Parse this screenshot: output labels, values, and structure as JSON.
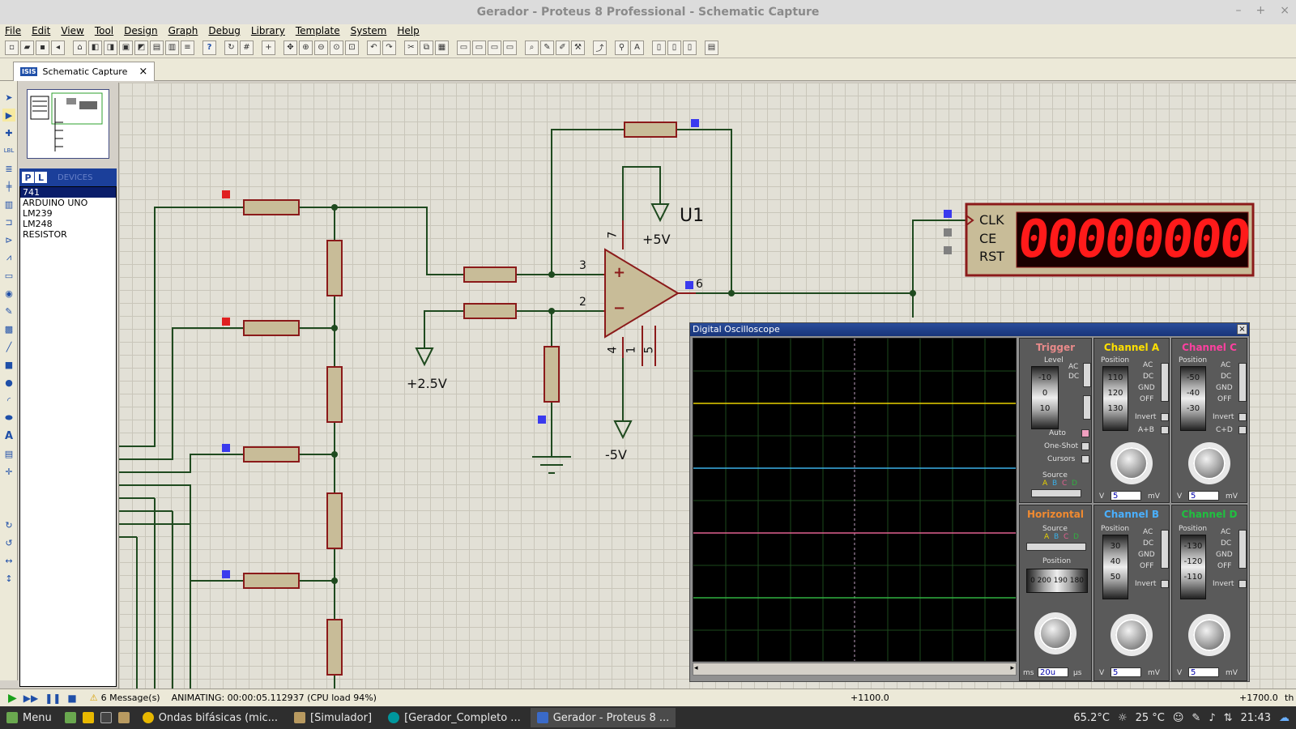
{
  "window": {
    "title": "Gerador - Proteus 8 Professional - Schematic Capture",
    "controls": [
      "–",
      "+",
      "×"
    ]
  },
  "menu": [
    "File",
    "Edit",
    "View",
    "Tool",
    "Design",
    "Graph",
    "Debug",
    "Library",
    "Template",
    "System",
    "Help"
  ],
  "tab": {
    "label": "Schematic Capture",
    "icon_text": "ISIS",
    "close": "×"
  },
  "devices": {
    "header_p": "P",
    "header_l": "L",
    "header_label": "DEVICES",
    "items": [
      "741",
      "ARDUINO UNO",
      "LM239",
      "LM248",
      "RESISTOR"
    ],
    "selected": "741"
  },
  "schematic": {
    "opamp_ref": "U1",
    "pins": {
      "p3": "3",
      "p2": "2",
      "p7": "7",
      "p4": "4",
      "p6": "6",
      "p1": "1",
      "p5": "5"
    },
    "plus_sign": "+",
    "minus_sign": "−",
    "supply_pos": "+5V",
    "supply_neg": "-5V",
    "ref_voltage": "+2.5V",
    "counter": {
      "clk": "CLK",
      "ce": "CE",
      "rst": "RST",
      "display": "00000000"
    }
  },
  "oscilloscope": {
    "title": "Digital Oscilloscope",
    "close": "×",
    "trigger": {
      "title": "Trigger",
      "level": "Level",
      "ac": "AC",
      "dc": "DC",
      "drum": [
        "-10",
        "0",
        "10"
      ],
      "auto": "Auto",
      "one_shot": "One-Shot",
      "cursors": "Cursors",
      "source": "Source",
      "src_letters": [
        "A",
        "B",
        "C",
        "D"
      ]
    },
    "horizontal": {
      "title": "Horizontal",
      "source": "Source",
      "src_letters": [
        "A",
        "B",
        "C",
        "D"
      ],
      "position": "Position",
      "pos_drum": "0 200 190 180",
      "value": "20u",
      "unit_left": "ms",
      "unit_right": "µs"
    },
    "channel_a": {
      "title": "Channel A",
      "position": "Position",
      "drum": [
        "110",
        "120",
        "130"
      ],
      "coupling": [
        "AC",
        "DC",
        "GND",
        "OFF"
      ],
      "invert": "Invert",
      "sum": "A+B",
      "value": "5",
      "unit_left": "V",
      "unit_right": "mV",
      "color": "#ffe000"
    },
    "channel_b": {
      "title": "Channel B",
      "position": "Position",
      "drum": [
        "30",
        "40",
        "50"
      ],
      "coupling": [
        "AC",
        "DC",
        "GND",
        "OFF"
      ],
      "invert": "Invert",
      "value": "5",
      "unit_left": "V",
      "unit_right": "mV",
      "color": "#4ab0ff"
    },
    "channel_c": {
      "title": "Channel C",
      "position": "Position",
      "drum": [
        "-50",
        "-40",
        "-30"
      ],
      "coupling": [
        "AC",
        "DC",
        "GND",
        "OFF"
      ],
      "invert": "Invert",
      "sum": "C+D",
      "value": "5",
      "unit_left": "V",
      "unit_right": "mV",
      "color": "#ff40a0"
    },
    "channel_d": {
      "title": "Channel D",
      "position": "Position",
      "drum": [
        "-130",
        "-120",
        "-110"
      ],
      "coupling": [
        "AC",
        "DC",
        "GND",
        "OFF"
      ],
      "invert": "Invert",
      "value": "5",
      "unit_left": "V",
      "unit_right": "mV",
      "color": "#20c040"
    }
  },
  "status": {
    "messages": "6 Message(s)",
    "animating": "ANIMATING: 00:00:05.112937 (CPU load 94%)",
    "coord_x": "+1100.0",
    "coord_y": "+1700.0",
    "unit": "th"
  },
  "taskbar": {
    "menu": "Menu",
    "tasks": [
      "Ondas bifásicas (mic...",
      "[Simulador]",
      "[Gerador_Completo ...",
      "Gerador - Proteus 8 ..."
    ],
    "tray": {
      "cpu_temp": "65.2°C",
      "weather": "25 °C",
      "time": "21:43"
    }
  }
}
